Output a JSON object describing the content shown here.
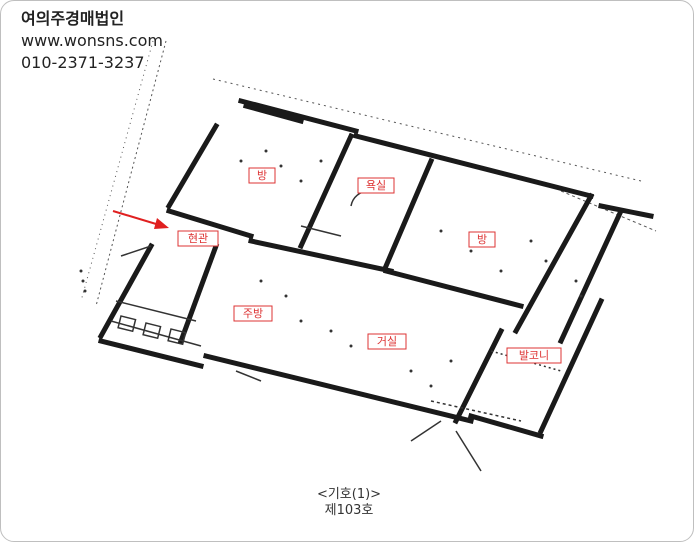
{
  "watermark": {
    "company": "여의주경매법인",
    "website": "www.wonsns.com",
    "phone": "010-2371-3237"
  },
  "rooms": {
    "room1": "방",
    "bath": "욕실",
    "room2": "방",
    "entrance": "현관",
    "kitchen": "주방",
    "living": "거실",
    "balcony": "발코니"
  },
  "caption": {
    "symbol": "<기호(1)>",
    "unit": "제103호"
  },
  "colors": {
    "label_text": "#dd3333",
    "arrow": "#e02020",
    "walls": "#1a1a1a"
  }
}
